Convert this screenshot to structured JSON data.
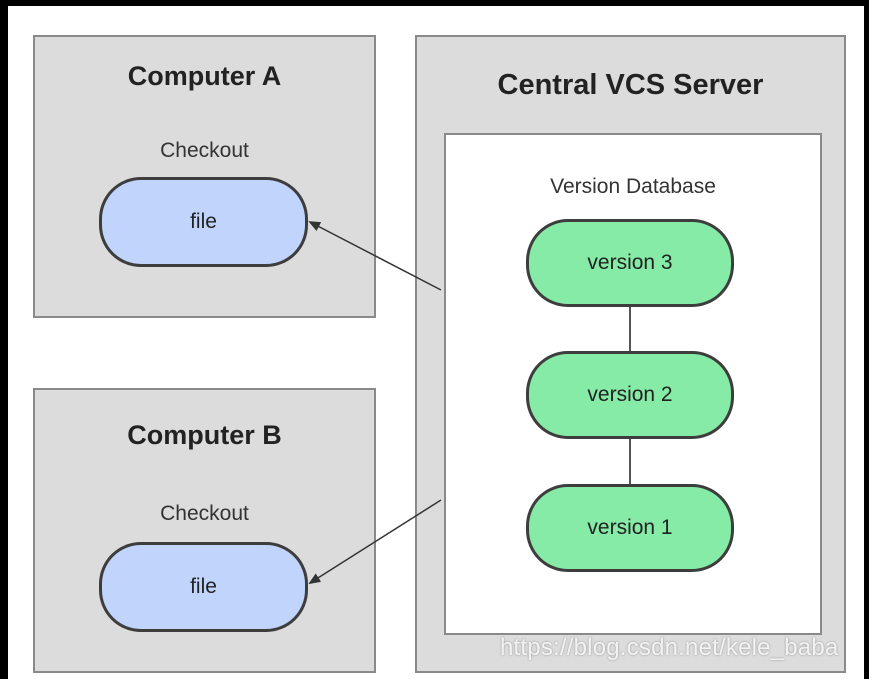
{
  "computer_a": {
    "title": "Computer A",
    "checkout_label": "Checkout",
    "file_label": "file"
  },
  "computer_b": {
    "title": "Computer B",
    "checkout_label": "Checkout",
    "file_label": "file"
  },
  "server": {
    "title": "Central VCS Server",
    "database_label": "Version Database",
    "versions": [
      "version 3",
      "version 2",
      "version 1"
    ]
  },
  "watermark": "https://blog.csdn.net/kele_baba",
  "colors": {
    "file_fill": "#c1d4fc",
    "version_fill": "#86eba6",
    "panel_fill": "#dcdcdc"
  }
}
